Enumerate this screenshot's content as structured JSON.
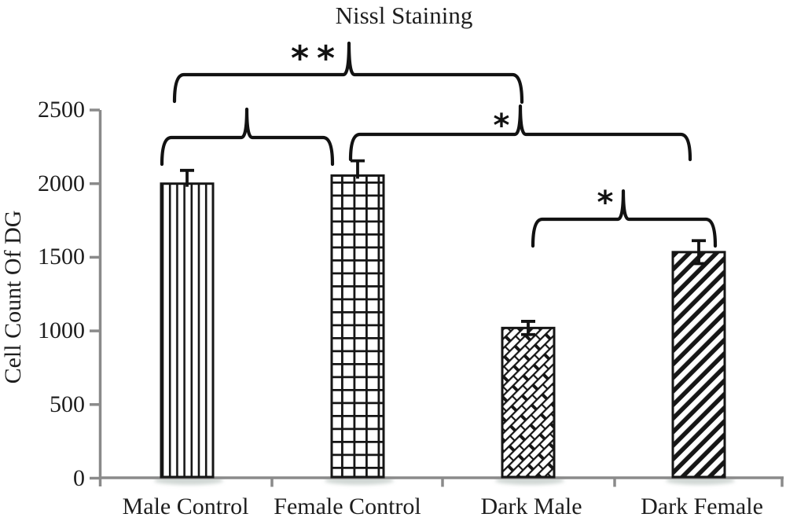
{
  "chart_data": {
    "type": "bar",
    "title": "Nissl Staining",
    "xlabel": "",
    "ylabel": "Cell Count Of DG",
    "categories": [
      "Male Control",
      "Female Control",
      "Dark Male",
      "Dark Female"
    ],
    "values": [
      2000,
      2055,
      1020,
      1535
    ],
    "errors": [
      90,
      100,
      45,
      78
    ],
    "error_bar_style": [
      "upper-only",
      "upper-only",
      "both",
      "both"
    ],
    "bar_patterns": [
      "vertical-lines",
      "grid",
      "basket-weave",
      "diagonal-stripes"
    ],
    "ylim": [
      0,
      2500
    ],
    "yticks": [
      0,
      500,
      1000,
      1500,
      2000,
      2500
    ],
    "grid": false,
    "legend": "none",
    "significance": [
      {
        "from": "Male Control",
        "to": "Dark Male",
        "label": "**"
      },
      {
        "from": "Male Control",
        "to": "Female Control",
        "label": ""
      },
      {
        "from": "Female Control",
        "to": "Dark Female",
        "label": "*"
      },
      {
        "from": "Dark Male",
        "to": "Dark Female",
        "label": "*"
      }
    ],
    "colors": {
      "background": "#ffffff",
      "bar_fill": "#ffffff",
      "bar_border": "#161616",
      "pattern_stroke": "#161616",
      "axis": "#8a8a8a",
      "text": "#1e1e1e",
      "annotation": "#121212",
      "bar_shadow": "#a3b2ac"
    }
  }
}
